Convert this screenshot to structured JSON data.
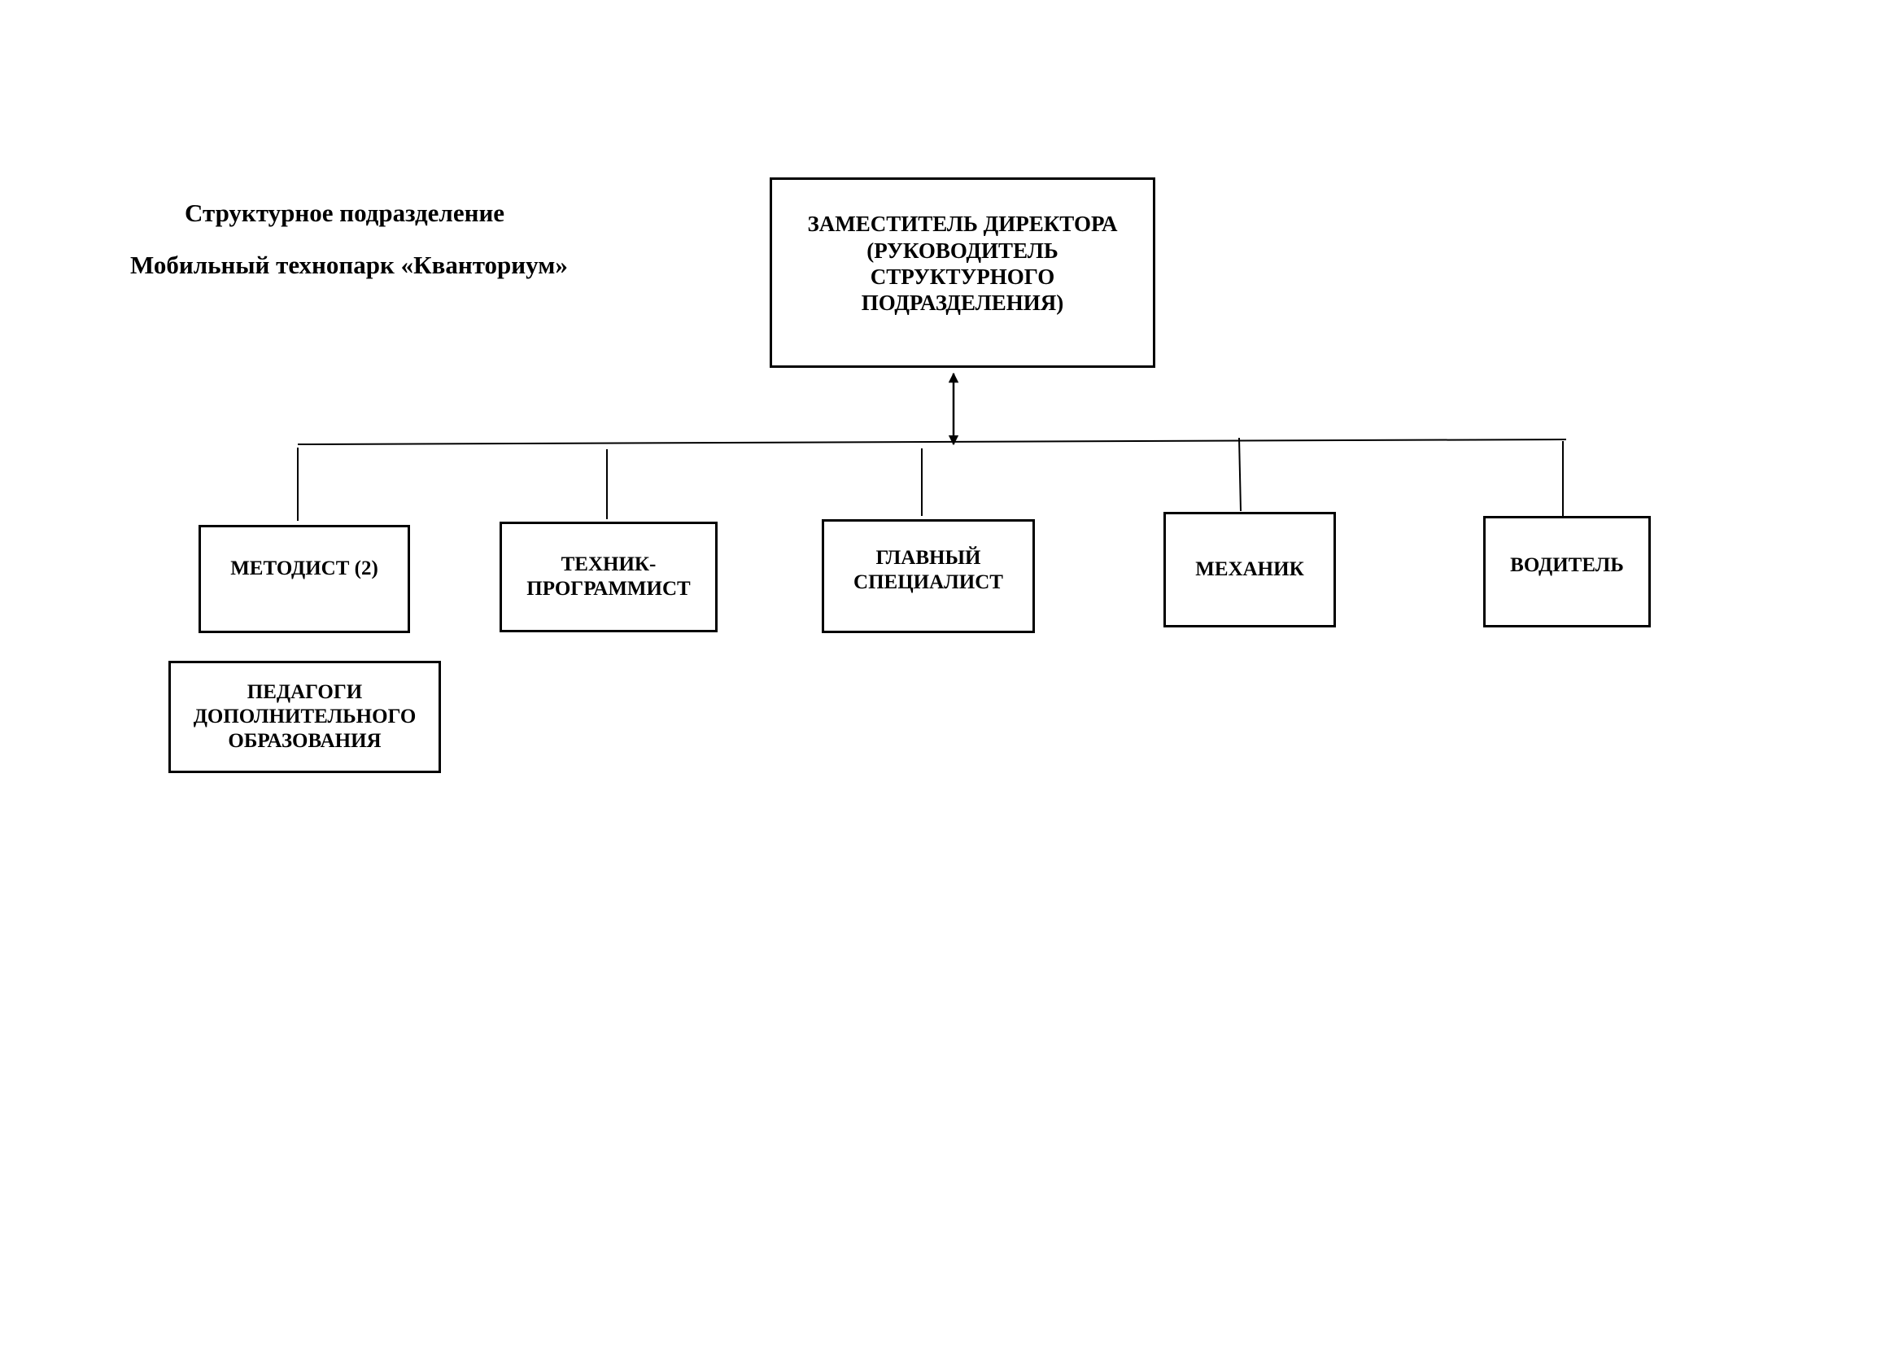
{
  "header": {
    "line1": "Структурное подразделение",
    "line2": "Мобильный технопарк «Кванториум»"
  },
  "nodes": {
    "director": "ЗАМЕСТИТЕЛЬ ДИРЕКТОРА\n(РУКОВОДИТЕЛЬ\nСТРУКТУРНОГО\nПОДРАЗДЕЛЕНИЯ)",
    "methodist": "МЕТОДИСТ (2)",
    "technician": "ТЕХНИК-\nПРОГРАММИСТ",
    "chief_specialist": "ГЛАВНЫЙ\nСПЕЦИАЛИСТ",
    "mechanic": "МЕХАНИК",
    "driver": "ВОДИТЕЛЬ",
    "teachers": "ПЕДАГОГИ\nДОПОЛНИТЕЛЬНОГО\nОБРАЗОВАНИЯ"
  },
  "colors": {
    "line": "#000000",
    "background": "#ffffff"
  }
}
